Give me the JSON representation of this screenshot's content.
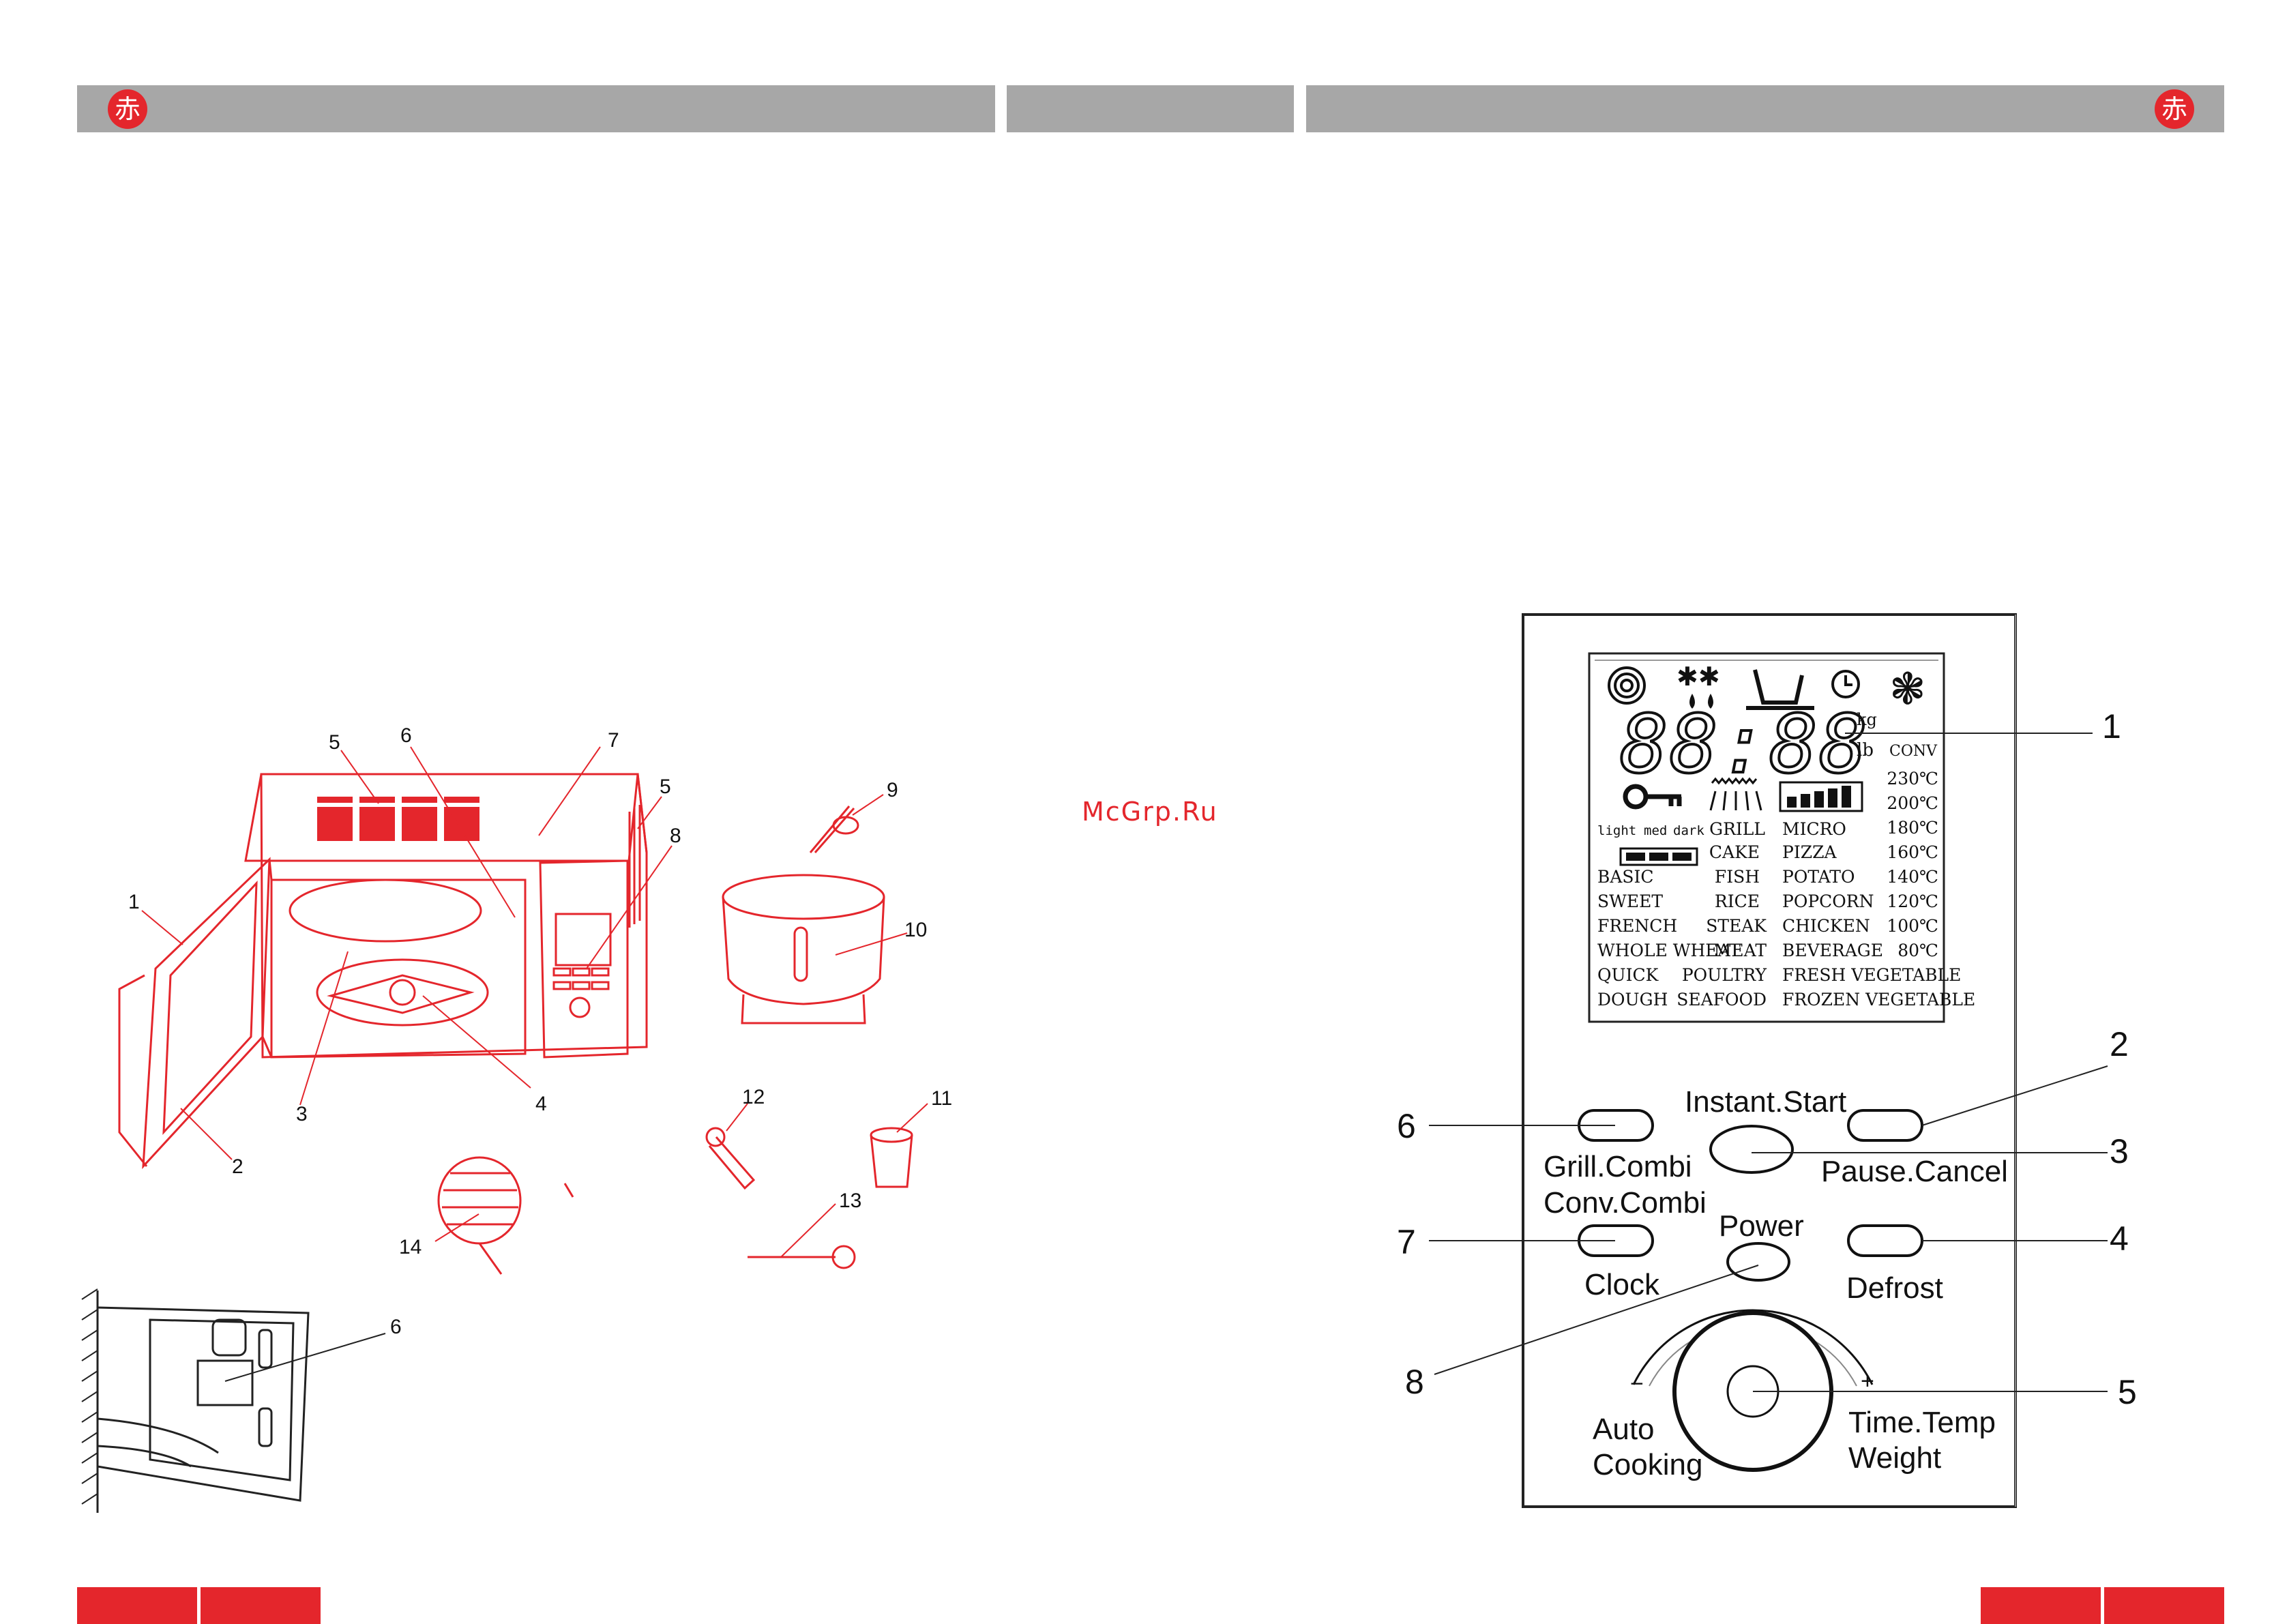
{
  "header": {
    "logo_glyph": "赤"
  },
  "watermark": "McGrp.Ru",
  "oven_diagram": {
    "callouts": [
      "1",
      "2",
      "3",
      "4",
      "5",
      "6",
      "7",
      "5",
      "8",
      "9",
      "10",
      "11",
      "12",
      "13",
      "14"
    ],
    "detail_callout": "6"
  },
  "control_panel": {
    "callouts": [
      "1",
      "2",
      "3",
      "4",
      "5",
      "6",
      "7",
      "8"
    ],
    "buttons": {
      "instant_start": "Instant.Start",
      "grill_combi": "Grill.Combi",
      "conv_combi": "Conv.Combi",
      "pause_cancel": "Pause.Cancel",
      "power": "Power",
      "clock": "Clock",
      "defrost": "Defrost",
      "auto_1": "Auto",
      "auto_2": "Cooking",
      "time_temp": "Time.Temp",
      "weight": "Weight",
      "minus": "−",
      "plus": "+"
    },
    "display": {
      "digits": "88:88",
      "kg": "kg",
      "lb": "lb",
      "conv": "CONV",
      "temps": [
        "230℃",
        "200℃",
        "180℃",
        "160℃",
        "140℃",
        "120℃",
        "100℃",
        "80℃"
      ],
      "shade": [
        "light",
        "med",
        "dark"
      ],
      "col1": [
        "BASIC",
        "SWEET",
        "FRENCH",
        "WHOLE WHEAT",
        "QUICK",
        "DOUGH"
      ],
      "col2": [
        "GRILL",
        "CAKE",
        "FISH",
        "RICE",
        "STEAK",
        "MEAT",
        "POULTRY",
        "SEAFOOD"
      ],
      "col3": [
        "MICRO",
        "PIZZA",
        "POTATO",
        "POPCORN",
        "CHICKEN",
        "BEVERAGE",
        "FRESH VEGETABLE",
        "FROZEN VEGETABLE"
      ]
    }
  },
  "colors": {
    "accent": "#e4262c",
    "header_bar": "#a7a7a7",
    "diagram_line": "#e4262c"
  }
}
